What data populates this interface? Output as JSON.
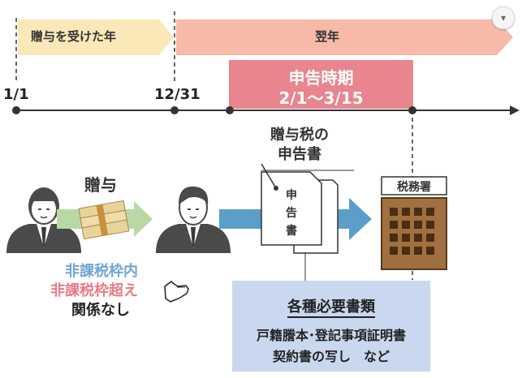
{
  "timeline": {
    "gift_year": "贈与を受けた年",
    "next_year": "翌年",
    "date_start": "1/1",
    "date_end": "12/31",
    "period_title": "申告時期",
    "period_range": "2/1～3/15"
  },
  "flow": {
    "gift_label": "贈与",
    "return_label_line1": "贈与税の",
    "return_label_line2": "申告書",
    "doc_chars": [
      "申",
      "告",
      "書"
    ],
    "tax_office": "税務署"
  },
  "cases": {
    "within_exemption": "非課税枠内",
    "over_exemption": "非課税枠超え",
    "not_related": "関係なし"
  },
  "docs": {
    "title": "各種必要書類",
    "line1": "戸籍謄本･登記事項証明書",
    "line2": "契約書の写し　など"
  },
  "colors": {
    "gift_year_arrow": "#fbe8b8",
    "next_year_arrow": "#f7b9a8",
    "period_box": "#e8858e",
    "flow_arrow_green": "#b9d9a4",
    "flow_arrow_blue": "#5b9ec9",
    "within_text": "#6fa6d0",
    "over_text": "#e87b86",
    "docs_box": "#c9d7ef",
    "building": "#a07040"
  },
  "icons": [
    "menu-chevron-icon",
    "person-icon",
    "money-bundle-icon",
    "document-icon",
    "tax-office-building-icon",
    "pointing-hand-icon"
  ]
}
